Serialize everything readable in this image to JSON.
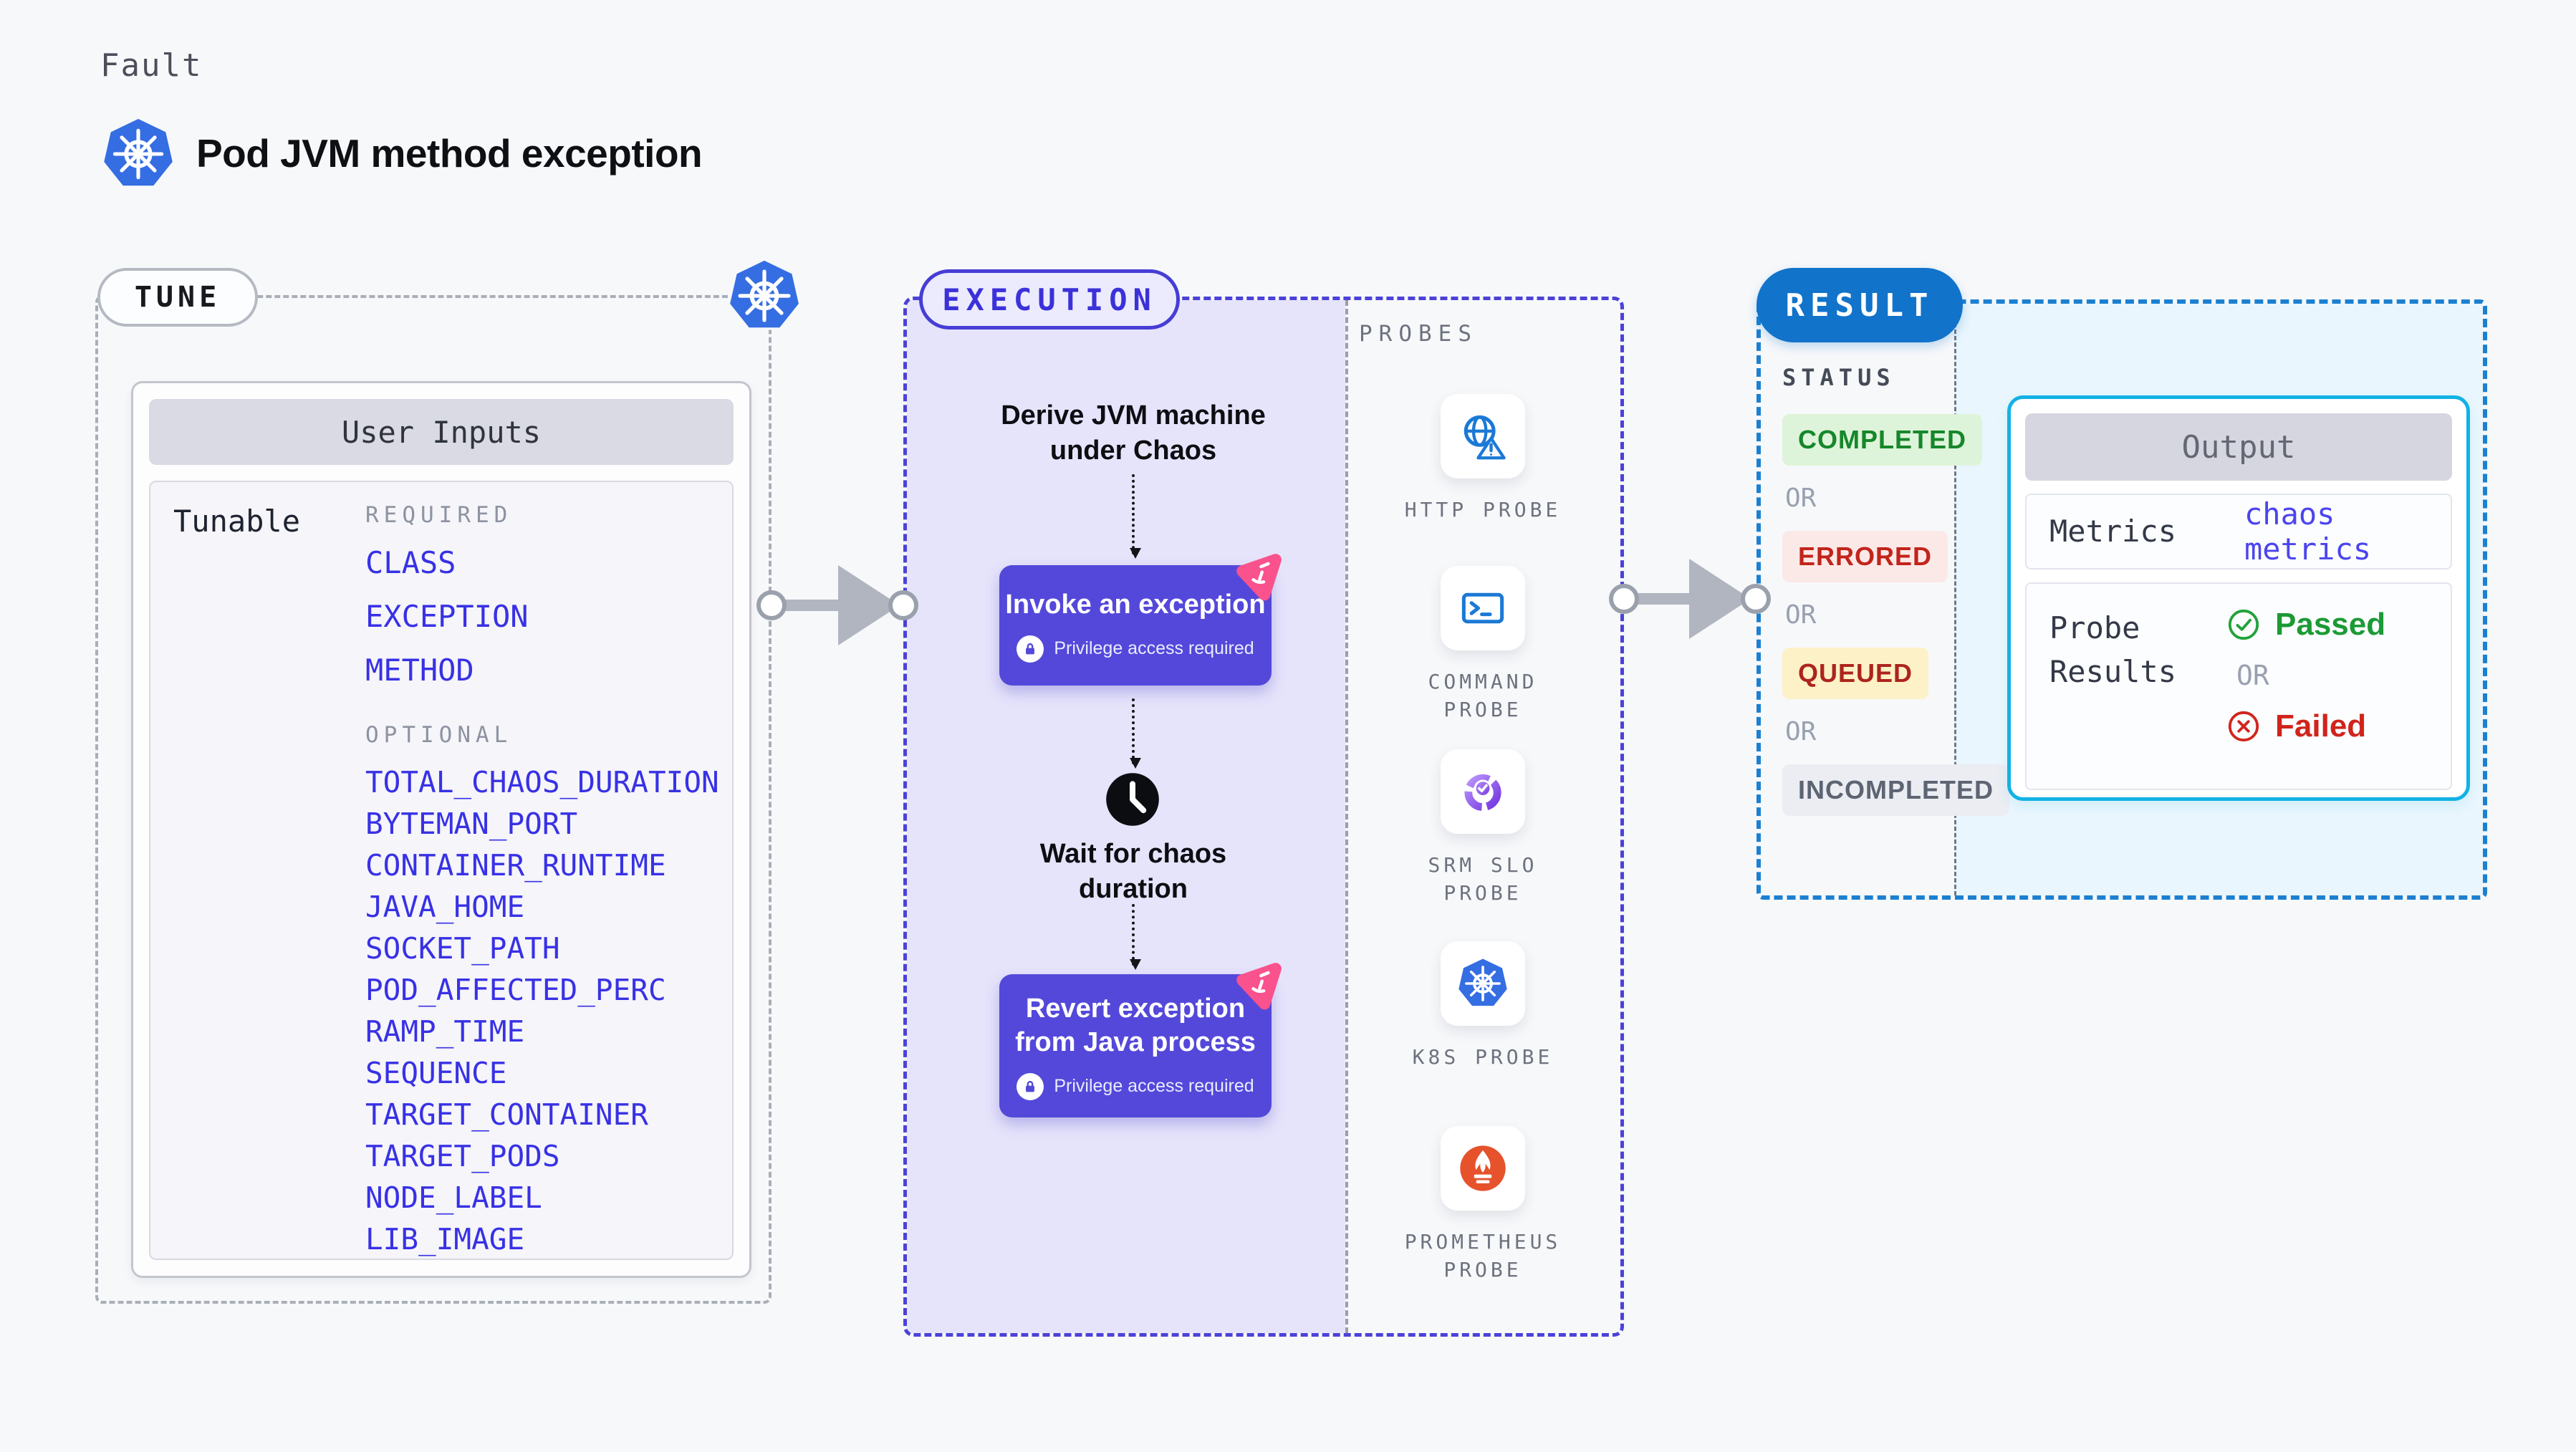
{
  "page": {
    "kicker": "Fault",
    "title": "Pod JVM method exception"
  },
  "colors": {
    "accent_indigo": "#5448da",
    "accent_blue": "#1173ca",
    "accent_cyan": "#12b2e4",
    "link_blue": "#3831e5",
    "k8s_blue": "#356de2",
    "pink_badge": "#f9528c",
    "green": "#1c9a34",
    "red": "#d0241c",
    "yellow_bg": "#fdf1c7",
    "purple_bg": "#e6e4fb"
  },
  "tune": {
    "pill_label": "TUNE",
    "card_title": "User Inputs",
    "row_label": "Tunable",
    "required_label": "REQUIRED",
    "required_items": [
      "CLASS",
      "EXCEPTION",
      "METHOD"
    ],
    "optional_label": "OPTIONAL",
    "optional_items": [
      "TOTAL_CHAOS_DURATION",
      "BYTEMAN_PORT",
      "CONTAINER_RUNTIME",
      "JAVA_HOME",
      "SOCKET_PATH",
      "POD_AFFECTED_PERC",
      "RAMP_TIME",
      "SEQUENCE",
      "TARGET_CONTAINER",
      "TARGET_PODS",
      "NODE_LABEL",
      "LIB_IMAGE"
    ]
  },
  "execution": {
    "pill_label": "EXECUTION",
    "derive_step": "Derive JVM machine\nunder Chaos",
    "invoke_title": "Invoke an exception",
    "wait_step": "Wait for chaos\nduration",
    "revert_title": "Revert exception\nfrom Java process",
    "privilege_note": "Privilege access required"
  },
  "probes": {
    "section_label": "PROBES",
    "items": [
      {
        "label": "HTTP PROBE",
        "icon": "http-probe-icon"
      },
      {
        "label": "COMMAND\nPROBE",
        "icon": "command-probe-icon"
      },
      {
        "label": "SRM SLO\nPROBE",
        "icon": "srm-slo-probe-icon"
      },
      {
        "label": "K8S PROBE",
        "icon": "k8s-probe-icon"
      },
      {
        "label": "PROMETHEUS\nPROBE",
        "icon": "prometheus-probe-icon"
      }
    ]
  },
  "result": {
    "pill_label": "RESULT",
    "status_label": "STATUS",
    "or_label": "OR",
    "statuses": [
      {
        "label": "COMPLETED",
        "kind": "completed"
      },
      {
        "label": "ERRORED",
        "kind": "errored"
      },
      {
        "label": "QUEUED",
        "kind": "queued"
      },
      {
        "label": "INCOMPLETED",
        "kind": "incompleted"
      }
    ],
    "output": {
      "title": "Output",
      "metrics_label": "Metrics",
      "metrics_value": "chaos metrics",
      "probe_results_label": "Probe\nResults",
      "passed_label": "Passed",
      "failed_label": "Failed"
    }
  }
}
